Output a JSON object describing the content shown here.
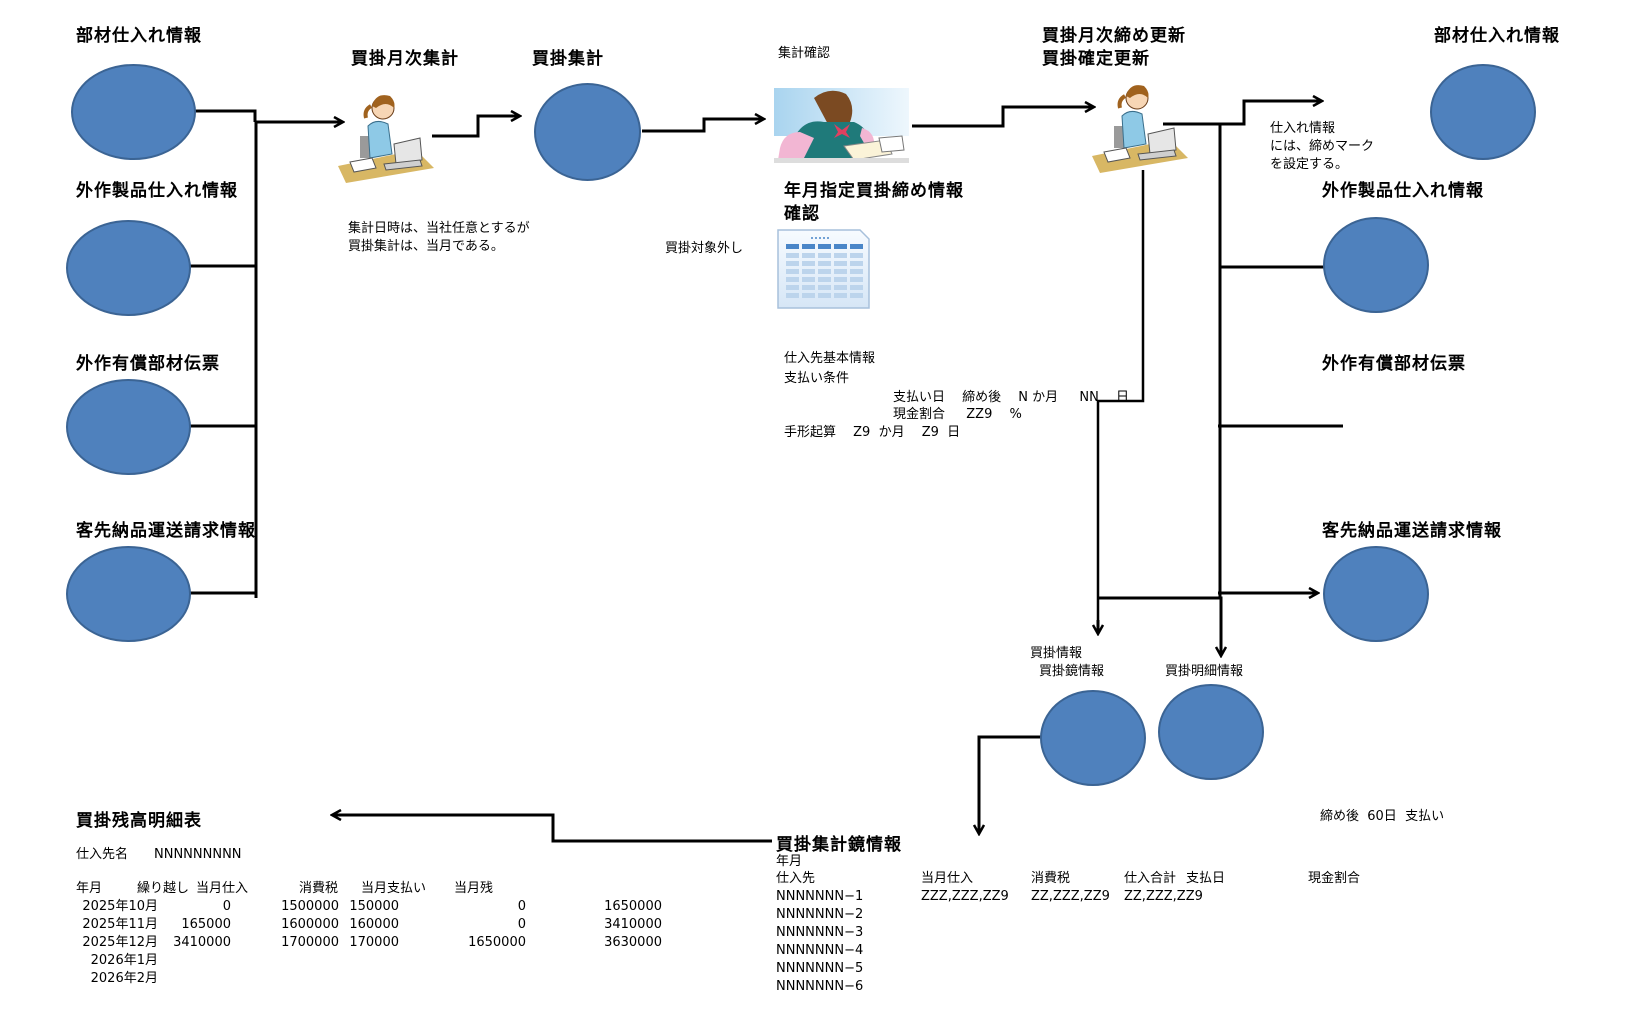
{
  "left_sources": [
    {
      "label": "部材仕入れ情報"
    },
    {
      "label": "外作製品仕入れ情報"
    },
    {
      "label": "外作有償部材伝票"
    },
    {
      "label": "客先納品運送請求情報"
    }
  ],
  "process_monthly": {
    "title": "買掛月次集計",
    "note_line1": "集計日時は、当社任意とするが",
    "note_line2": "買掛集計は、当月である。"
  },
  "store_aggregate": {
    "title": "買掛集計"
  },
  "confirm": {
    "caption": "集計確認",
    "title_line1": "年月指定買掛締め情報",
    "title_line2": "確認",
    "excluded_note": "買掛対象外し"
  },
  "supplier_info": {
    "title": "仕入先基本情報",
    "payment_terms": "支払い条件",
    "line1": "支払い日　 締め後　 N か月　  NN　 日",
    "line2": "現金割合　  ZZ9　 %",
    "line3": "手形起算　 Z9  か月　 Z9  日"
  },
  "process_close": {
    "title_line1": "買掛月次締め更新",
    "title_line2": "買掛確定更新"
  },
  "right_targets": [
    {
      "label": "部材仕入れ情報"
    },
    {
      "label": "外作製品仕入れ情報"
    },
    {
      "label": "外作有償部材伝票"
    },
    {
      "label": "客先納品運送請求情報"
    }
  ],
  "close_mark_note": {
    "line1": "仕入れ情報",
    "line2": "には、締めマーク",
    "line3": "を設定する。"
  },
  "outputs": {
    "ap_info_line1": "買掛情報",
    "ap_info_line2": "買掛鏡情報",
    "ap_detail": "買掛明細情報"
  },
  "payment_note": "締め後  60日  支払い",
  "summary_mirror": {
    "title": "買掛集計鏡情報",
    "period_label": "年月",
    "headers": [
      "仕入先",
      "当月仕入",
      "消費税",
      "仕入合計",
      "支払日",
      "現金割合"
    ],
    "rows": [
      [
        "NNNNNNN−1",
        "ZZZ,ZZZ,ZZ9",
        "ZZ,ZZZ,ZZ9",
        "ZZ,ZZZ,ZZ9"
      ],
      [
        "NNNNNNN−2",
        "",
        "",
        ""
      ],
      [
        "NNNNNNN−3",
        "",
        "",
        ""
      ],
      [
        "NNNNNNN−4",
        "",
        "",
        ""
      ],
      [
        "NNNNNNN−5",
        "",
        "",
        ""
      ],
      [
        "NNNNNNN−6",
        "",
        "",
        ""
      ]
    ]
  },
  "balance_report": {
    "title": "買掛残高明細表",
    "supplier_label": "仕入先名",
    "supplier_value": "NNNNNNNNN",
    "headers": [
      "年月",
      "繰り越し",
      "当月仕入",
      "消費税",
      "当月支払い",
      "当月残"
    ],
    "rows": [
      [
        "2025年10月",
        "0",
        "1500000",
        "150000",
        "0",
        "1650000"
      ],
      [
        "2025年11月",
        "165000",
        "1600000",
        "160000",
        "0",
        "3410000"
      ],
      [
        "2025年12月",
        "3410000",
        "1700000",
        "170000",
        "1650000",
        "3630000"
      ],
      [
        "2026年1月",
        "",
        "",
        "",
        "",
        ""
      ],
      [
        "2026年2月",
        "",
        "",
        "",
        "",
        ""
      ]
    ]
  },
  "colors": {
    "store_fill": "#4f81bd",
    "store_border": "#3b6494",
    "line": "#000000"
  }
}
